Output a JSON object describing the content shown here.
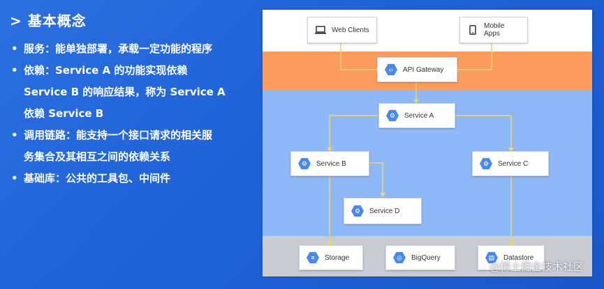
{
  "left": {
    "heading": "> 基本概念",
    "bullets": [
      "服务：能单独部署，承载一定功能的程序",
      "依赖：Service A 的功能实现依赖",
      "Service B 的响应结果，称为 Service A",
      "依赖 Service B",
      "调用链路：能支持一个接口请求的相关服",
      "务集合及其相互之间的依赖关系",
      "基础库：公共的工具包、中间件"
    ],
    "bullet_symbol": "•"
  },
  "diagram": {
    "nodes": {
      "web_clients": "Web Clients",
      "mobile_apps": "Mobile Apps",
      "api_gateway": "API Gateway",
      "service_a": "Service A",
      "service_b": "Service B",
      "service_c": "Service C",
      "service_d": "Service D",
      "storage": "Storage",
      "bigquery": "BigQuery",
      "datastore": "Datastore"
    },
    "colors": {
      "gateway_band": "#fb9b5c",
      "services_band": "#8eb8f7",
      "storage_band": "#c9ccd2",
      "connector": "#f3d36b",
      "node_icon": "#4a89e8"
    }
  },
  "watermark": "@稀土掘金技术社区"
}
